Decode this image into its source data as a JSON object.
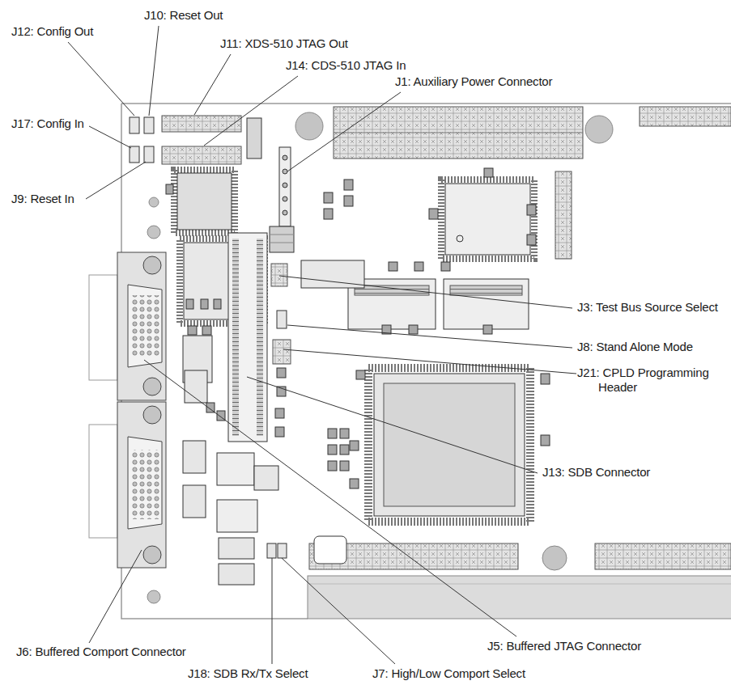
{
  "diagram": {
    "labels": [
      "J12: Config Out",
      "J10: Reset Out",
      "J11: XDS-510 JTAG Out",
      "J14: CDS-510 JTAG In",
      "J1: Auxiliary Power Connector",
      "J17: Config In",
      "J9: Reset In",
      "J3: Test Bus Source Select",
      "J8: Stand Alone Mode",
      "J21: CPLD Programming Header",
      "J13: SDB Connector",
      "J6: Buffered Comport Connector",
      "J5: Buffered JTAG Connector",
      "J18: SDB Rx/Tx Select",
      "J7: High/Low Comport Select"
    ]
  }
}
